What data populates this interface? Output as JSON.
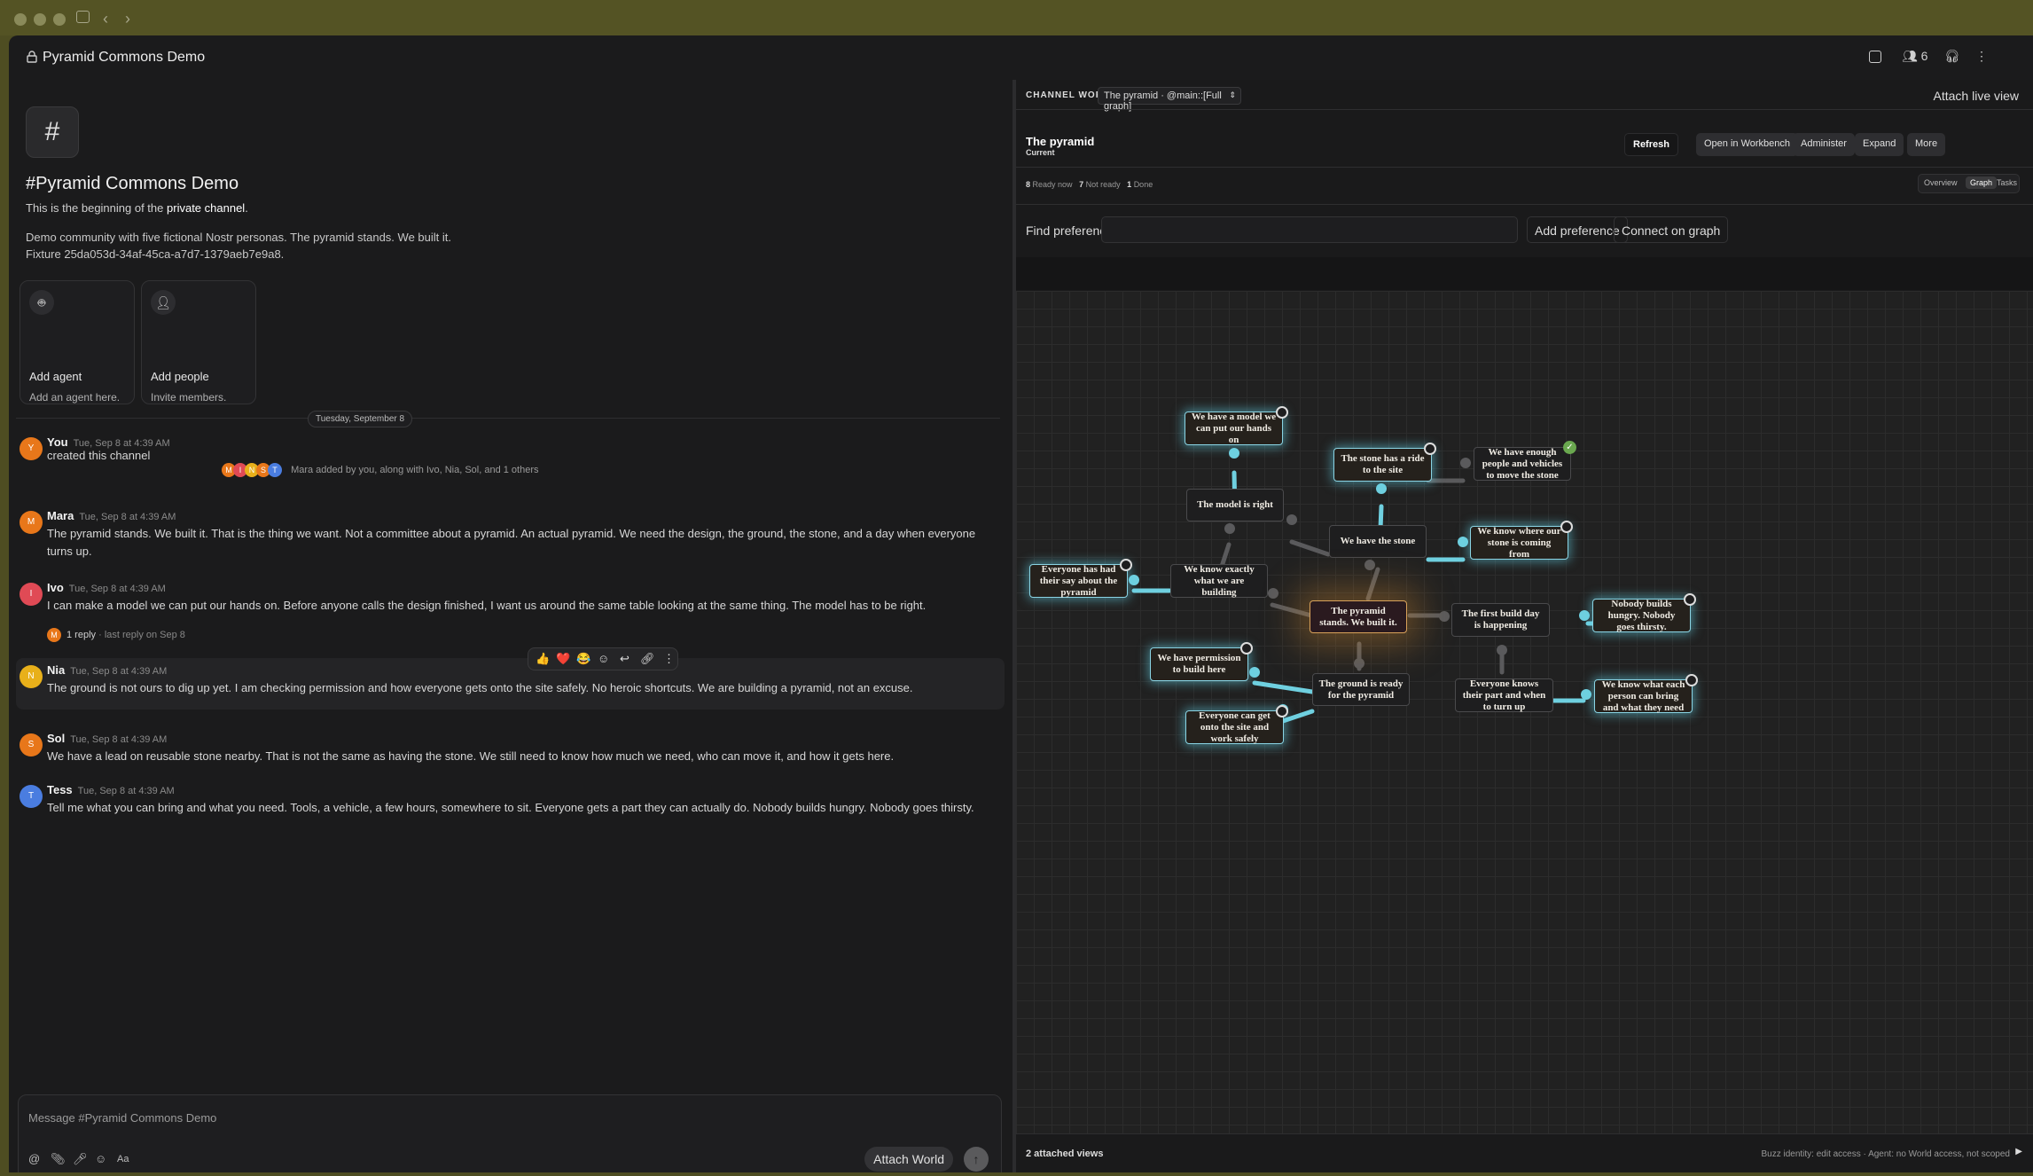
{
  "window": {
    "back_icon": "chevron-left-icon",
    "forward_icon": "chevron-right-icon"
  },
  "header": {
    "channel_name": "Pyramid Commons Demo",
    "member_count": "6"
  },
  "channel_intro": {
    "hash": "#",
    "title": "#Pyramid Commons Demo",
    "beginning_prefix": "This is the beginning of the",
    "beginning_strong": "private channel",
    "beginning_suffix": ".",
    "description": "Demo community with five fictional Nostr personas. The pyramid stands. We built it.",
    "fixture": "Fixture 25da053d-34af-45ca-a7d7-1379aeb7e9a8."
  },
  "cards": [
    {
      "title": "Add agent",
      "subtitle": "Add an agent here.",
      "icon": "bot-icon"
    },
    {
      "title": "Add people",
      "subtitle": "Invite members.",
      "icon": "user-plus-icon"
    }
  ],
  "date_divider": "Tuesday, September 8",
  "messages": [
    {
      "initial": "Y",
      "name": "You",
      "time": "Tue, Sep 8 at 4:39 AM",
      "text": "created this channel",
      "color": "#e8771a"
    },
    {
      "initial": "M",
      "name": "Mara",
      "time": "Tue, Sep 8 at 4:39 AM",
      "text": "The pyramid stands. We built it. That is the thing we want. Not a committee about a pyramid. An actual pyramid. We need the design, the ground, the stone, and a day when everyone turns up.",
      "color": "#e8771a"
    },
    {
      "initial": "I",
      "name": "Ivo",
      "time": "Tue, Sep 8 at 4:39 AM",
      "text": "I can make a model we can put our hands on. Before anyone calls the design finished, I want us around the same table looking at the same thing. The model has to be right.",
      "color": "#e04a55"
    },
    {
      "initial": "N",
      "name": "Nia",
      "time": "Tue, Sep 8 at 4:39 AM",
      "text": "The ground is not ours to dig up yet. I am checking permission and how everyone gets onto the site safely. No heroic shortcuts. We are building a pyramid, not an excuse.",
      "color": "#e8b01a"
    },
    {
      "initial": "S",
      "name": "Sol",
      "time": "Tue, Sep 8 at 4:39 AM",
      "text": "We have a lead on reusable stone nearby. That is not the same as having the stone. We still need to know how much we need, who can move it, and how it gets here.",
      "color": "#e8771a"
    },
    {
      "initial": "T",
      "name": "Tess",
      "time": "Tue, Sep 8 at 4:39 AM",
      "text": "Tell me what you can bring and what you need. Tools, a vehicle, a few hours, somewhere to sit. Everyone gets a part they can actually do. Nobody builds hungry. Nobody goes thirsty.",
      "color": "#4a7de0"
    }
  ],
  "system_message": {
    "avatars": [
      "M",
      "I",
      "N",
      "S",
      "T"
    ],
    "text": "Mara added by you, along with Ivo, Nia, Sol, and 1 others"
  },
  "thread": {
    "avatar": "M",
    "count": "1 reply",
    "last": "· last reply on Sep 8"
  },
  "hover_toolbar": [
    "👍",
    "❤️",
    "😂"
  ],
  "composer": {
    "placeholder": "Message #Pyramid Commons Demo",
    "format_label": "Aa",
    "attach_world": "Attach World"
  },
  "world": {
    "label": "CHANNEL WORLD",
    "select_value": "The pyramid · @main::[Full graph]",
    "attach_live": "Attach live view",
    "title": "The pyramid",
    "subtitle": "Current",
    "buttons": {
      "refresh": "Refresh",
      "workbench": "Open in Workbench",
      "administer": "Administer",
      "expand": "Expand",
      "more": "More"
    },
    "stats": {
      "ready_n": "8",
      "ready_l": "Ready now",
      "notready_n": "7",
      "notready_l": "Not ready",
      "done_n": "1",
      "done_l": "Done"
    },
    "tabs": {
      "overview": "Overview",
      "graph": "Graph",
      "tasks": "Tasks"
    },
    "find_label": "Find preference",
    "add_pref": "Add preference",
    "connect": "Connect on graph",
    "footer_left": "2 attached views",
    "footer_right": "Buzz identity: edit access · Agent: no World access, not scoped"
  },
  "graph_nodes": {
    "center": "The pyramid stands. We built it.",
    "model_right": "The model is right",
    "model_hands": "We have a model we can put our hands on",
    "have_stone": "We have the stone",
    "stone_ride": "The stone has a ride to the site",
    "enough_people": "We have enough people and vehicles to move the stone",
    "know_stone": "We know where our stone is coming from",
    "know_building": "We know exactly what we are building",
    "say": "Everyone has had their say about the pyramid",
    "ground_ready": "The ground is ready for the pyramid",
    "permission": "We have permission to build here",
    "onto_site": "Everyone can get onto the site and work safely",
    "first_day": "The first build day is happening",
    "hungry": "Nobody builds hungry. Nobody goes thirsty.",
    "know_part": "Everyone knows their part and when to turn up",
    "bring": "We know what each person can bring and what they need"
  }
}
